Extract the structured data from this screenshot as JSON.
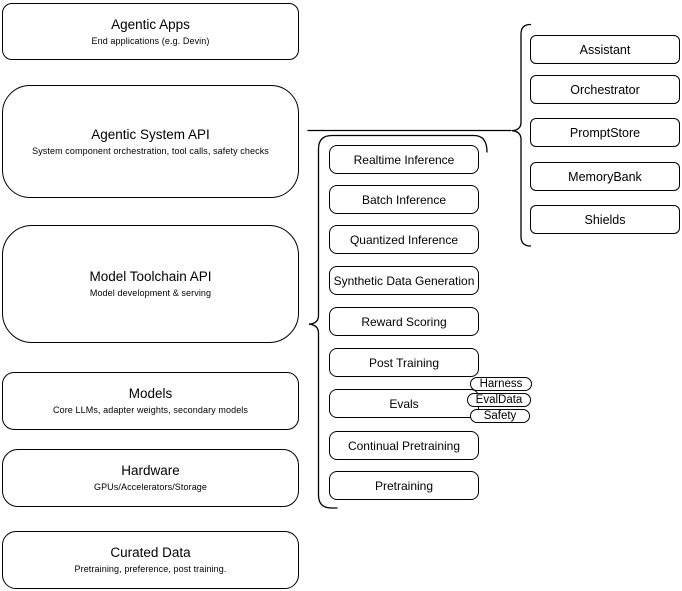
{
  "colors": {
    "stroke": "#000000",
    "node_fill": "#ffffff",
    "canvas_bg": "#ffffff"
  },
  "layers": [
    {
      "title": "Agentic Apps",
      "subtitle": "End applications (e.g. Devin)"
    },
    {
      "title": "Agentic System API",
      "subtitle": "System component orchestration, tool calls, safety checks"
    },
    {
      "title": "Model Toolchain API",
      "subtitle": "Model development & serving"
    },
    {
      "title": "Models",
      "subtitle": "Core LLMs, adapter weights, secondary models"
    },
    {
      "title": "Hardware",
      "subtitle": "GPUs/Accelerators/Storage"
    },
    {
      "title": "Curated Data",
      "subtitle": "Pretraining, preference, post training."
    }
  ],
  "toolchain": {
    "items": [
      "Realtime Inference",
      "Batch Inference",
      "Quantized Inference",
      "Synthetic Data Generation",
      "Reward Scoring",
      "Post Training",
      "Evals",
      "Continual Pretraining",
      "Pretraining"
    ],
    "eval_tags": [
      "Harness",
      "EvalData",
      "Safety"
    ]
  },
  "system_components": {
    "items": [
      "Assistant",
      "Orchestrator",
      "PromptStore",
      "MemoryBank",
      "Shields"
    ]
  }
}
